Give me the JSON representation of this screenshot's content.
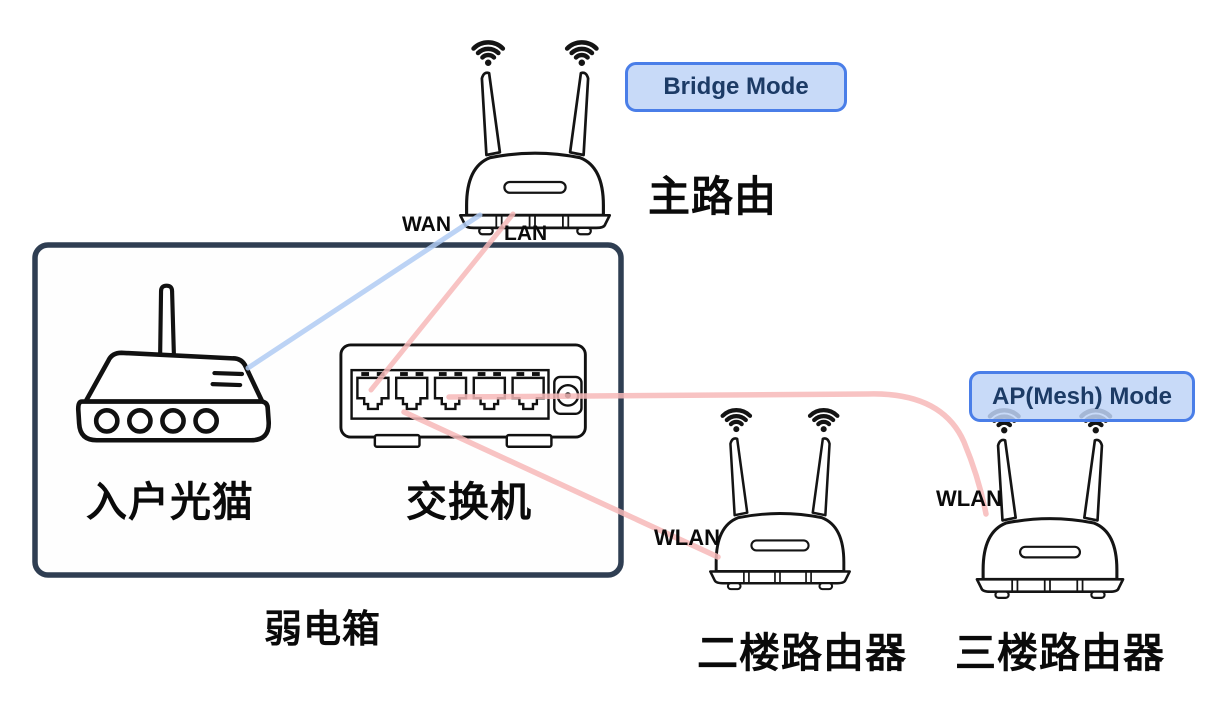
{
  "colors": {
    "wan_line": "#b1ccf4",
    "lan_line": "#f7b9b9",
    "enclosure_border": "#2f3e52",
    "badge_bg": "#bed4f7d9",
    "badge_border": "#4a7ee8",
    "badge_text": "#1c3b66",
    "label_text": "#0a0a0a"
  },
  "main_router": {
    "label": "主路由",
    "badge": "Bridge Mode",
    "wan_port": "WAN",
    "lan_port": "LAN"
  },
  "enclosure": {
    "label": "弱电箱",
    "modem": {
      "label": "入户光猫"
    },
    "switch": {
      "label": "交换机"
    }
  },
  "floor2_router": {
    "label": "二楼路由器",
    "wlan_port": "WLAN"
  },
  "floor3_router": {
    "label": "三楼路由器",
    "wlan_port": "WLAN",
    "badge": "AP(Mesh) Mode"
  },
  "connections": [
    {
      "from": "入户光猫",
      "to": "主路由 WAN",
      "type": "wan"
    },
    {
      "from": "交换机",
      "to": "主路由 LAN",
      "type": "lan"
    },
    {
      "from": "交换机",
      "to": "二楼路由器 WLAN",
      "type": "lan"
    },
    {
      "from": "交换机",
      "to": "三楼路由器 WLAN",
      "type": "lan"
    }
  ]
}
